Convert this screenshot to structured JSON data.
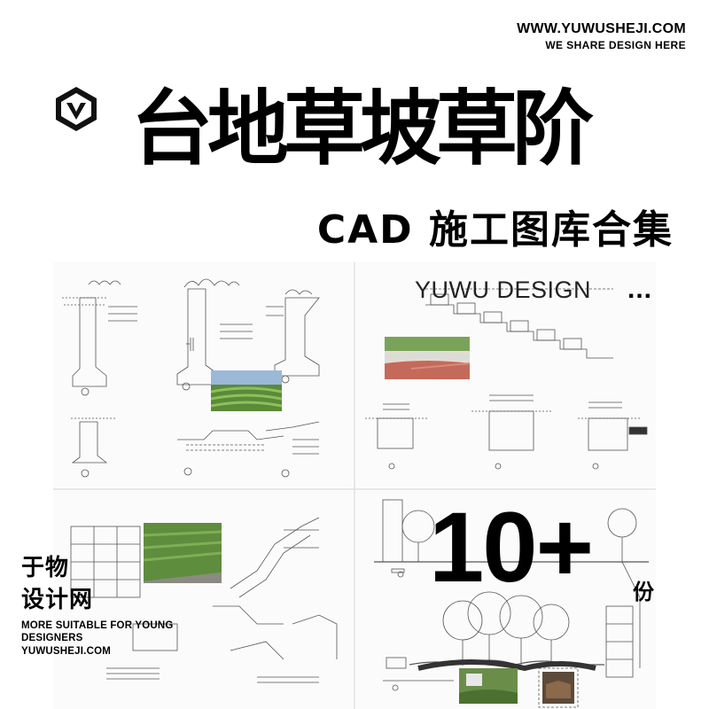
{
  "header": {
    "site_url": "WWW.YUWUSHEJI.COM",
    "slogan": "WE SHARE DESIGN HERE",
    "logo_icon": "v-hexagon-logo-icon"
  },
  "title": "台地草坡草阶",
  "subtitle": "CAD 施工图库合集",
  "panels": {
    "brand_label": "YUWU DESIGN",
    "ellipsis": "...",
    "thumbnails": [
      "cad-sheet-retaining-wall-sections",
      "cad-sheet-grass-step-details",
      "cad-sheet-slope-planting-details",
      "cad-sheet-terrace-elevation-section"
    ]
  },
  "count": {
    "value": "10+",
    "unit": "份"
  },
  "footer": {
    "site_name_line1": "于物",
    "site_name_line2": "设计网",
    "tagline": "MORE SUITABLE FOR YOUNG DESIGNERS",
    "url": "YUWUSHEJI.COM"
  },
  "colors": {
    "text": "#000000",
    "grass_green": "#5a8a3a",
    "track_red": "#c46a5a",
    "line_gray": "#555555"
  }
}
